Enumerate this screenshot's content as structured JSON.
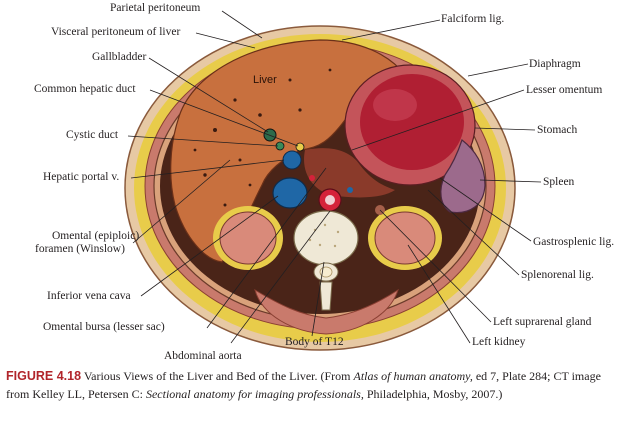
{
  "labels": {
    "parietal_peritoneum": "Parietal peritoneum",
    "visceral_peritoneum": "Visceral peritoneum of liver",
    "gallbladder": "Gallbladder",
    "common_hepatic_duct": "Common hepatic duct",
    "cystic_duct": "Cystic duct",
    "hepatic_portal_v": "Hepatic portal v.",
    "omental_foramen_1": "Omental (epiploic)",
    "omental_foramen_2": "foramen (Winslow)",
    "inferior_vena_cava": "Inferior vena cava",
    "omental_bursa": "Omental bursa (lesser sac)",
    "abdominal_aorta": "Abdominal aorta",
    "body_t12": "Body  of T12",
    "falciform_lig": "Falciform lig.",
    "diaphragm": "Diaphragm",
    "lesser_omentum": "Lesser omentum",
    "stomach": "Stomach",
    "spleen": "Spleen",
    "gastrosplenic_lig": "Gastrosplenic lig.",
    "splenorenal_lig": "Splenorenal lig.",
    "left_suprarenal_gland": "Left suprarenal gland",
    "left_kidney": "Left kidney",
    "liver": "Liver"
  },
  "caption": {
    "figure_number": "FIGURE 4.18",
    "text_1": " Various Views of the Liver and Bed of the Liver.  (From ",
    "italic_1": "Atlas of human anatomy,",
    "text_2": " ed 7, Plate 284; CT image from Kelley LL, Petersen C: ",
    "italic_2": "Sectional anatomy for imaging professionals,",
    "text_3": " Philadelphia, Mosby, 2007.)"
  },
  "colors": {
    "liver": "#c8703e",
    "stomach_wall": "#c4545a",
    "stomach_lumen": "#b01f33",
    "spleen": "#9c6a8c",
    "fat": "#e8cc4a",
    "muscle": "#c97a6c",
    "vein_blue": "#1f67a6",
    "artery_red": "#d5223a",
    "bone": "#efe8d6",
    "caption_red": "#b1252b"
  }
}
